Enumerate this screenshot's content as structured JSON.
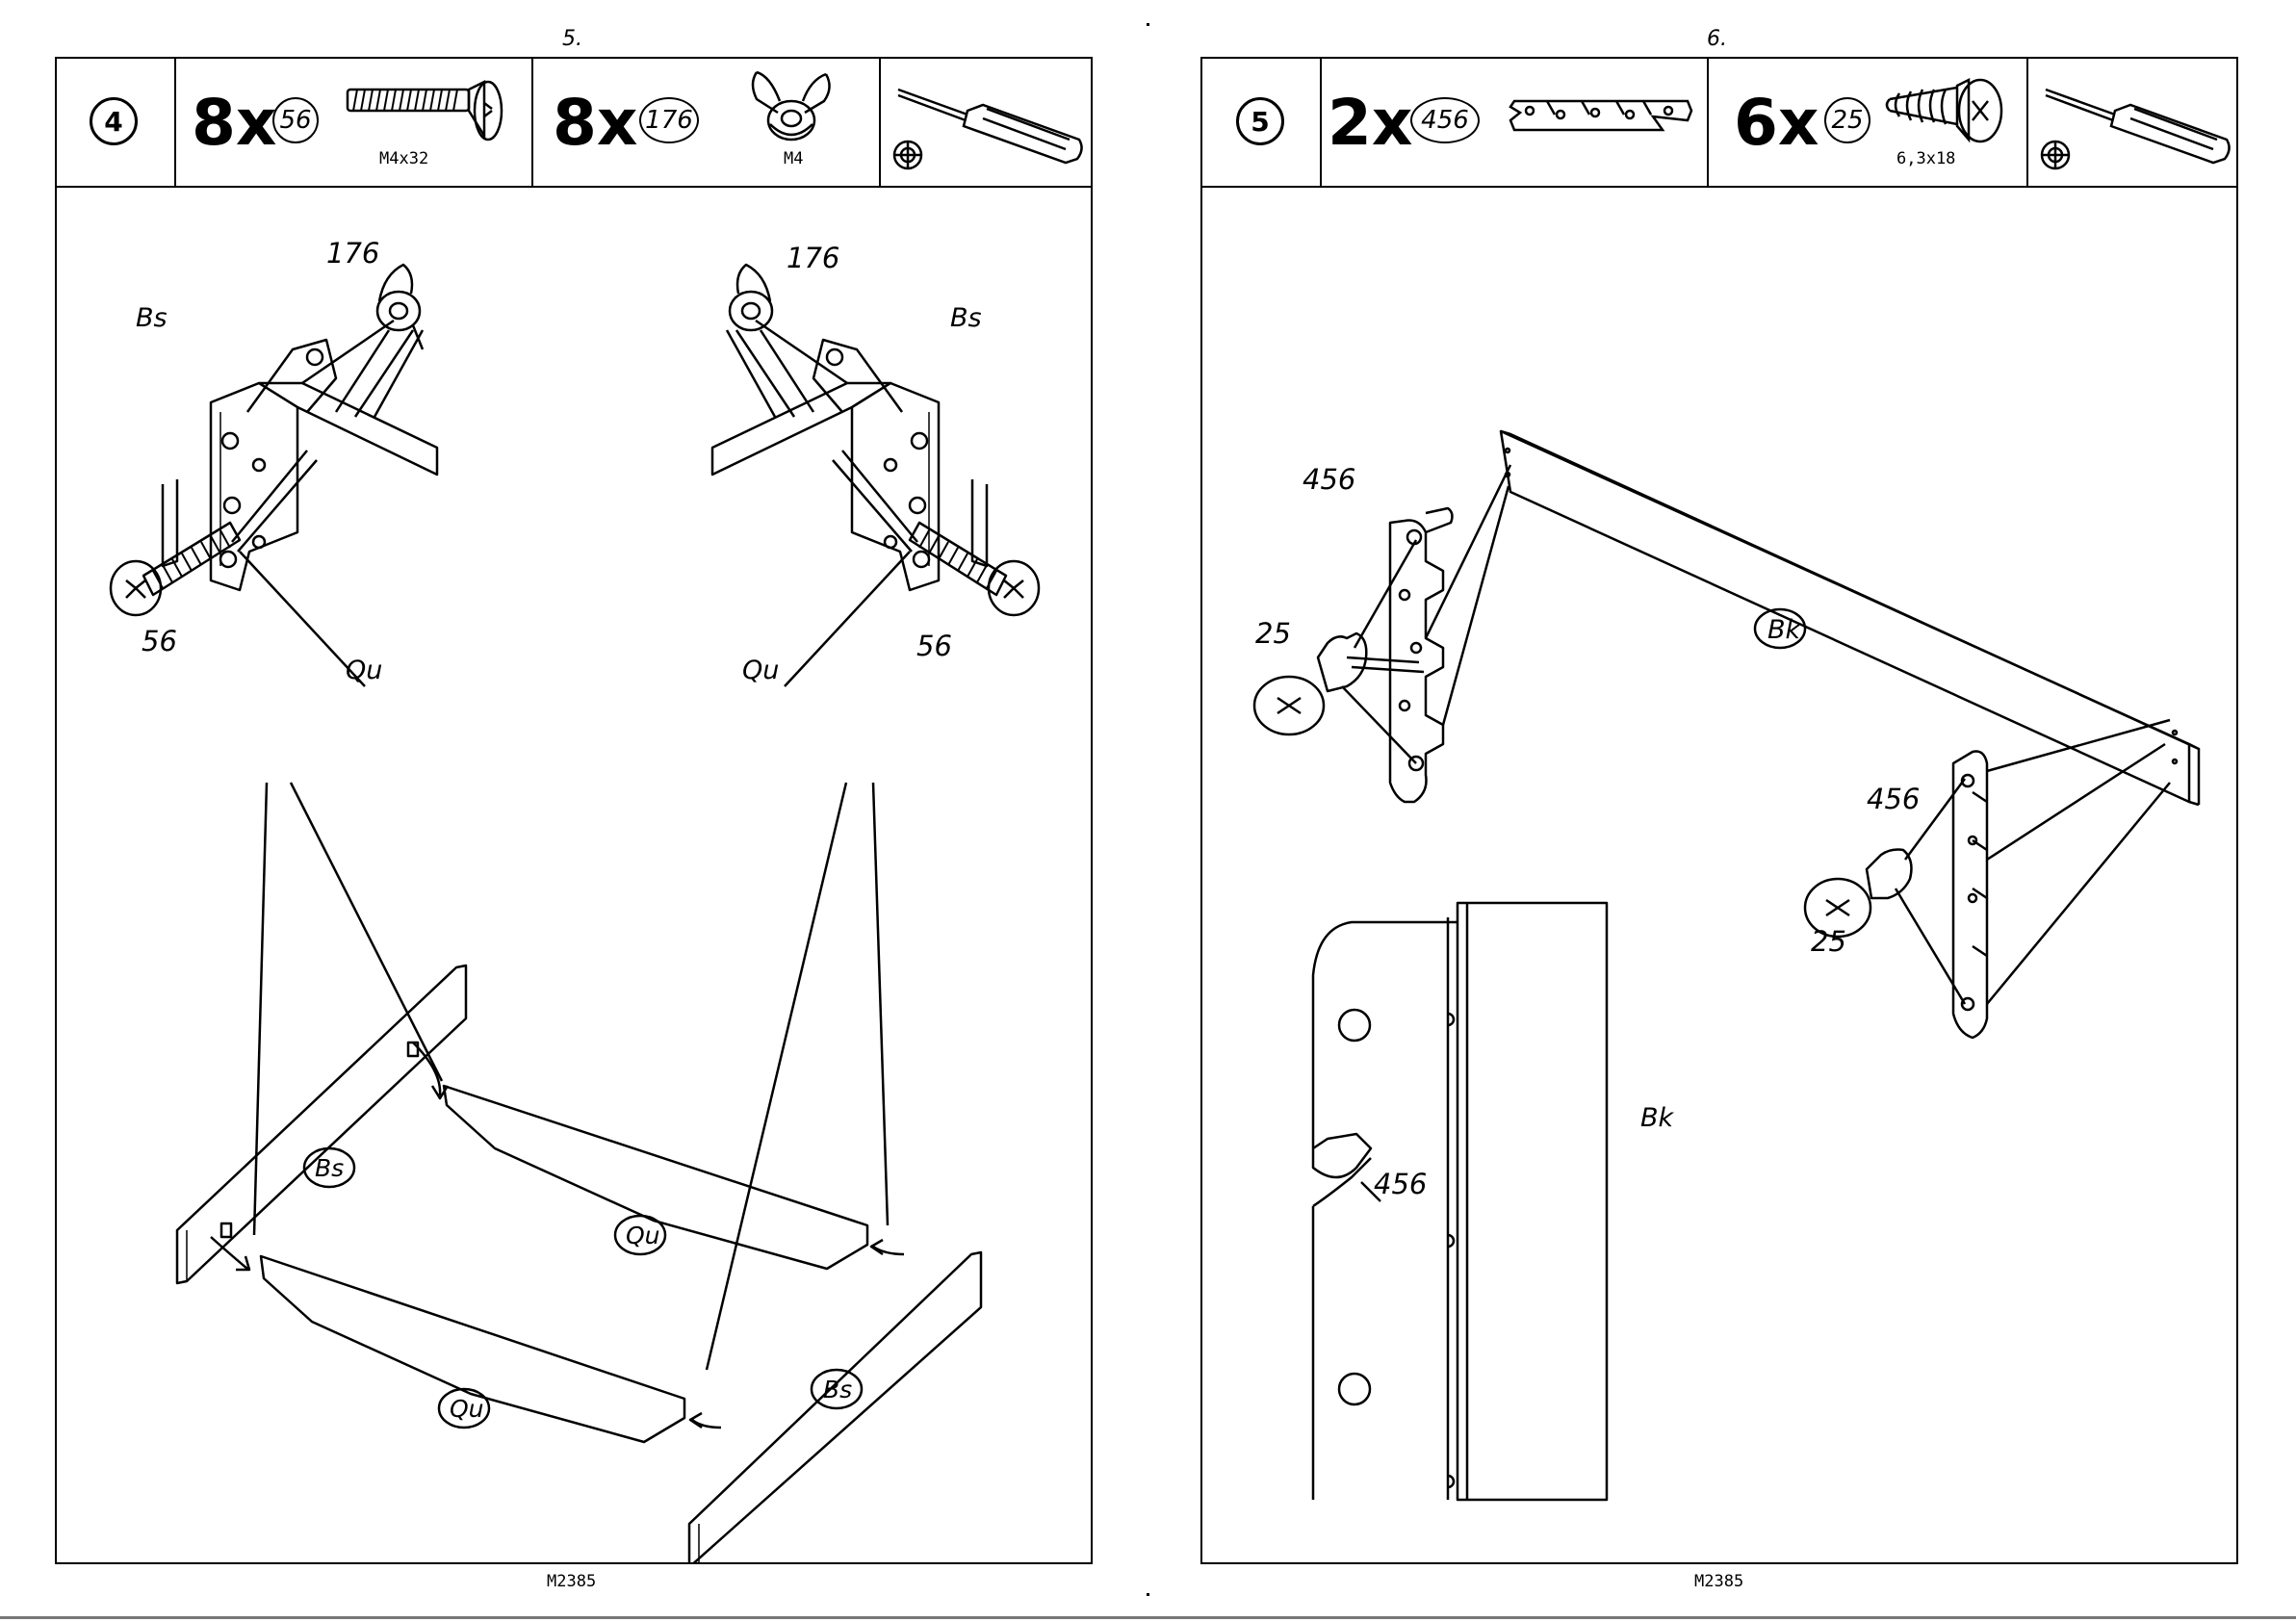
{
  "left": {
    "page_number": "5.",
    "step": "4",
    "items": [
      {
        "qty": "8x",
        "part": "56",
        "spec": "M4x32"
      },
      {
        "qty": "8x",
        "part": "176",
        "spec": "M4"
      }
    ],
    "labels": {
      "nut_a": "176",
      "nut_b": "176",
      "bolt_a": "56",
      "bolt_b": "56",
      "bs_a": "Bs",
      "bs_b": "Bs",
      "qu_a": "Qu",
      "qu_b": "Qu",
      "panel_bs_a": "Bs",
      "panel_bs_b": "Bs",
      "panel_qu_a": "Qu",
      "panel_qu_b": "Qu"
    },
    "footer": "M2385"
  },
  "right": {
    "page_number": "6.",
    "step": "5",
    "items": [
      {
        "qty": "2x",
        "part": "456",
        "spec": ""
      },
      {
        "qty": "6x",
        "part": "25",
        "spec": "6,3x18"
      }
    ],
    "labels": {
      "bracket_a": "456",
      "screw_a": "25",
      "beam": "Bk",
      "bracket_b": "456",
      "screw_b": "25",
      "detail_bracket": "456",
      "detail_beam": "Bk"
    },
    "footer": "M2385"
  }
}
